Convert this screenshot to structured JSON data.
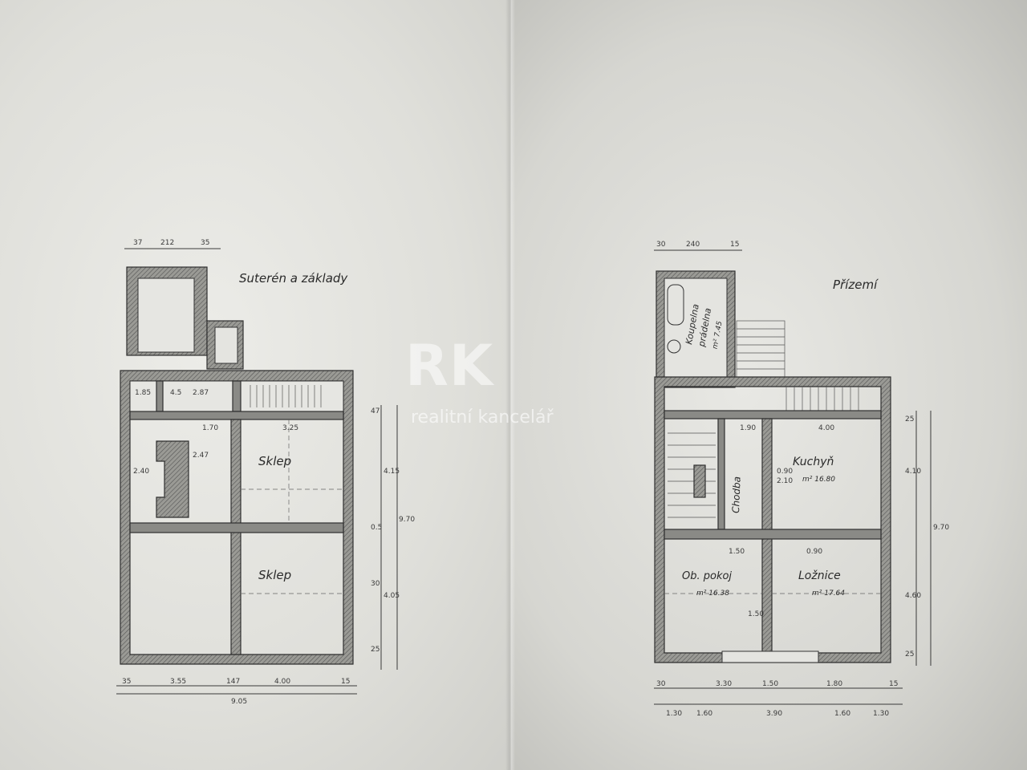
{
  "plans": {
    "left": {
      "title": "Suterén a základy",
      "rooms": [
        {
          "label": "Sklep"
        },
        {
          "label": "Sklep"
        }
      ],
      "dims_top": [
        "37",
        "212",
        "35"
      ],
      "dims_bottom": [
        "35",
        "3.55",
        "147",
        "4.00",
        "15",
        "9.05"
      ],
      "dims_right": [
        "47",
        "4.15",
        "0.5",
        "9.70",
        "30",
        "4.05",
        "25"
      ],
      "dims_inner": [
        "1.85",
        "4.5",
        "2.87",
        "1.70",
        "3.25",
        "2.40",
        "2.47"
      ]
    },
    "right": {
      "title": "Přízemí",
      "rooms": [
        {
          "label": "Koupelna",
          "sub": "prádelna",
          "area": "m² 7.45"
        },
        {
          "label": "Kuchyň",
          "area": "m² 16.80"
        },
        {
          "label": "Chodba"
        },
        {
          "label": "Ob. pokoj",
          "area": "m² 16.38"
        },
        {
          "label": "Ložnice",
          "area": "m² 17.64"
        }
      ],
      "dims_top": [
        "30",
        "240",
        "15"
      ],
      "dims_bottom_1": [
        "30",
        "3.30",
        "1.50",
        "1.80",
        "15"
      ],
      "dims_bottom_2": [
        "1.30",
        "1.60",
        "3.90",
        "1.60",
        "1.30"
      ],
      "dims_right": [
        "25",
        "4.10",
        "9.70",
        "4.60",
        "25"
      ],
      "dims_inner": [
        "1.90",
        "4.00",
        "0.90",
        "2.10",
        "0.90",
        "1.50",
        "1.50"
      ]
    }
  },
  "watermark": {
    "logo": "RK",
    "tagline": "realitní kancelář"
  }
}
